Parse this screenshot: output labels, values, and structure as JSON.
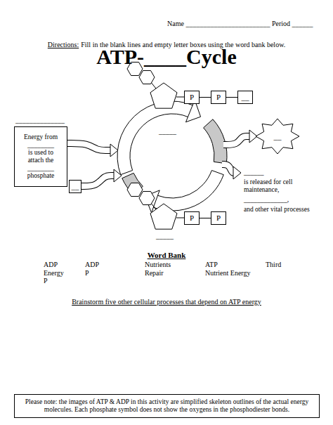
{
  "diagram": {
    "title": "ATP-____Cycle",
    "nodes": [
      {
        "text": [
          "P"
        ]
      },
      {
        "text": [
          "P"
        ]
      },
      {
        "text": [
          "__"
        ]
      },
      {
        "text": [
          "Energy from",
          "________",
          "is used to attach the",
          "________",
          "phosphate"
        ]
      },
      {
        "text": [
          "__"
        ]
      },
      {
        "text": [
          "__"
        ]
      },
      {
        "text": [
          "P"
        ]
      },
      {
        "text": [
          "P"
        ]
      },
      {
        "text": [
          "Please note: the images of ATP & ADP in this activity are simplified skeleton outlines of the actual energy molecules. Each phosphate symbol does not show the oxygens in the phosphodiester bonds."
        ]
      }
    ],
    "edges": [
      {
        "from": 0,
        "to": 1,
        "arrow": "none"
      },
      {
        "from": 1,
        "to": 2,
        "arrow": "none"
      },
      {
        "from": 6,
        "to": 7,
        "arrow": "none"
      }
    ],
    "labels": [
      "Name ________________________ Period ______",
      "Directions:",
      "Fill in the blank lines and empty letter boxes using the word bank below.",
      "______________",
      "_____",
      "______",
      "is released for cell maintenance,",
      "_____________,",
      "and other vital processes",
      "_____",
      "Word Bank",
      "ADP",
      "ADP",
      "Nutrients",
      "ATP",
      "Third",
      "Energy",
      "P",
      "Repair",
      "Nutrient Energy",
      "P",
      "Brainstorm five other cellular processes that depend on ATP energy"
    ]
  }
}
